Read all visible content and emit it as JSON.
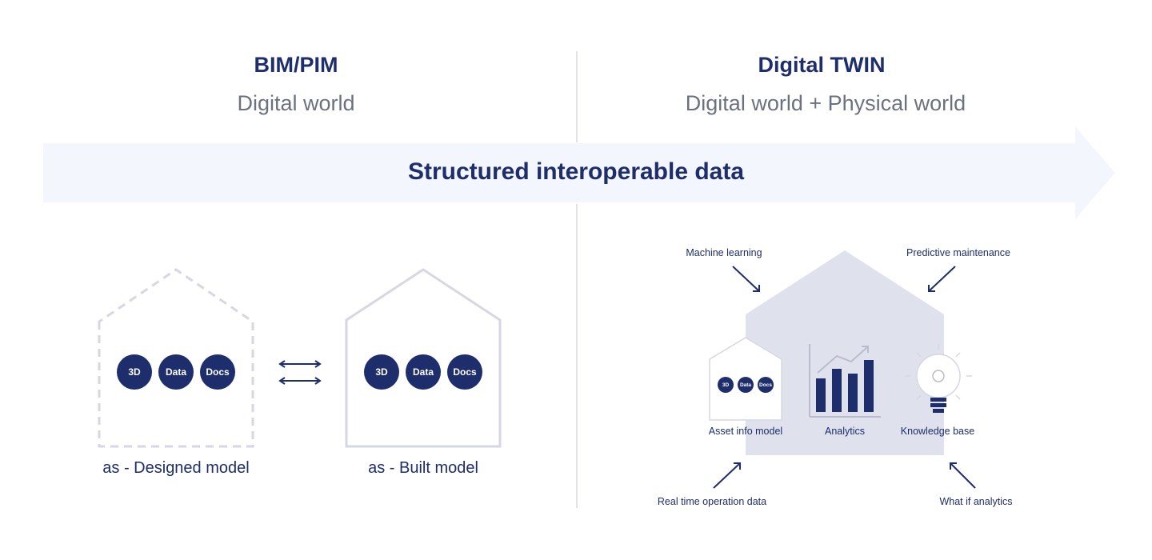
{
  "left_column": {
    "title": "BIM/PIM",
    "subtitle": "Digital world"
  },
  "right_column": {
    "title": "Digital TWIN",
    "subtitle": "Digital world + Physical world"
  },
  "banner": {
    "label": "Structured interoperable data"
  },
  "designed_model": {
    "dots": [
      "3D",
      "Data",
      "Docs"
    ],
    "caption": "as - Designed model"
  },
  "built_model": {
    "dots": [
      "3D",
      "Data",
      "Docs"
    ],
    "caption": "as - Built model"
  },
  "twin": {
    "asset_model": {
      "dots": [
        "3D",
        "Data",
        "Docs"
      ],
      "caption": "Asset info model"
    },
    "analytics_caption": "Analytics",
    "knowledge_caption": "Knowledge base",
    "annotations": {
      "machine_learning": "Machine learning",
      "predictive_maintenance": "Predictive maintenance",
      "real_time": "Real time operation data",
      "what_if": "What if analytics"
    }
  },
  "colors": {
    "navy": "#1e2d6b",
    "gray_text": "#6b7180",
    "banner_fill": "#f3f6fc",
    "house_fill": "#dfe1ec",
    "outline": "#d6d7e2"
  }
}
